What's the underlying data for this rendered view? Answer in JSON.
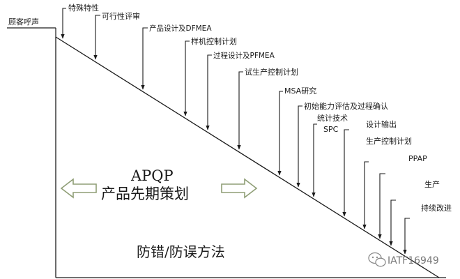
{
  "diagram": {
    "customer_voice": "顾客呼声",
    "stage_labels": [
      {
        "id": "special-characteristics",
        "text": "特殊特性"
      },
      {
        "id": "feasibility-review",
        "text": "可行性评审"
      },
      {
        "id": "product-design-dfmea",
        "text": "产品设计及DFMEA"
      },
      {
        "id": "prototype-control-plan",
        "text": "样机控制计划"
      },
      {
        "id": "process-design-pfmea",
        "text": "过程设计及PFMEA"
      },
      {
        "id": "trial-control-plan",
        "text": "试生产控制计划"
      },
      {
        "id": "msa-study",
        "text": "MSA研究"
      },
      {
        "id": "initial-capability",
        "text": "初始能力评估及过程确认"
      },
      {
        "id": "statistical-tech",
        "text": "统计技术"
      },
      {
        "id": "spc",
        "text": "SPC"
      },
      {
        "id": "design-output",
        "text": "设计输出"
      },
      {
        "id": "production-control-plan",
        "text": "生产控制计划"
      },
      {
        "id": "ppap",
        "text": "PPAP"
      },
      {
        "id": "production",
        "text": "生产"
      },
      {
        "id": "continuous-improvement",
        "text": "持续改进"
      }
    ],
    "apqp_title": "APQP",
    "apqp_subtitle": "产品先期策划",
    "error_proofing": "防错/防误方法",
    "watermark": "IATF16949"
  },
  "colors": {
    "line": "#1a1a1a",
    "arrow_fill": "#ffffff",
    "arrow_stroke": "#8f9e76",
    "watermark": "#777777"
  }
}
